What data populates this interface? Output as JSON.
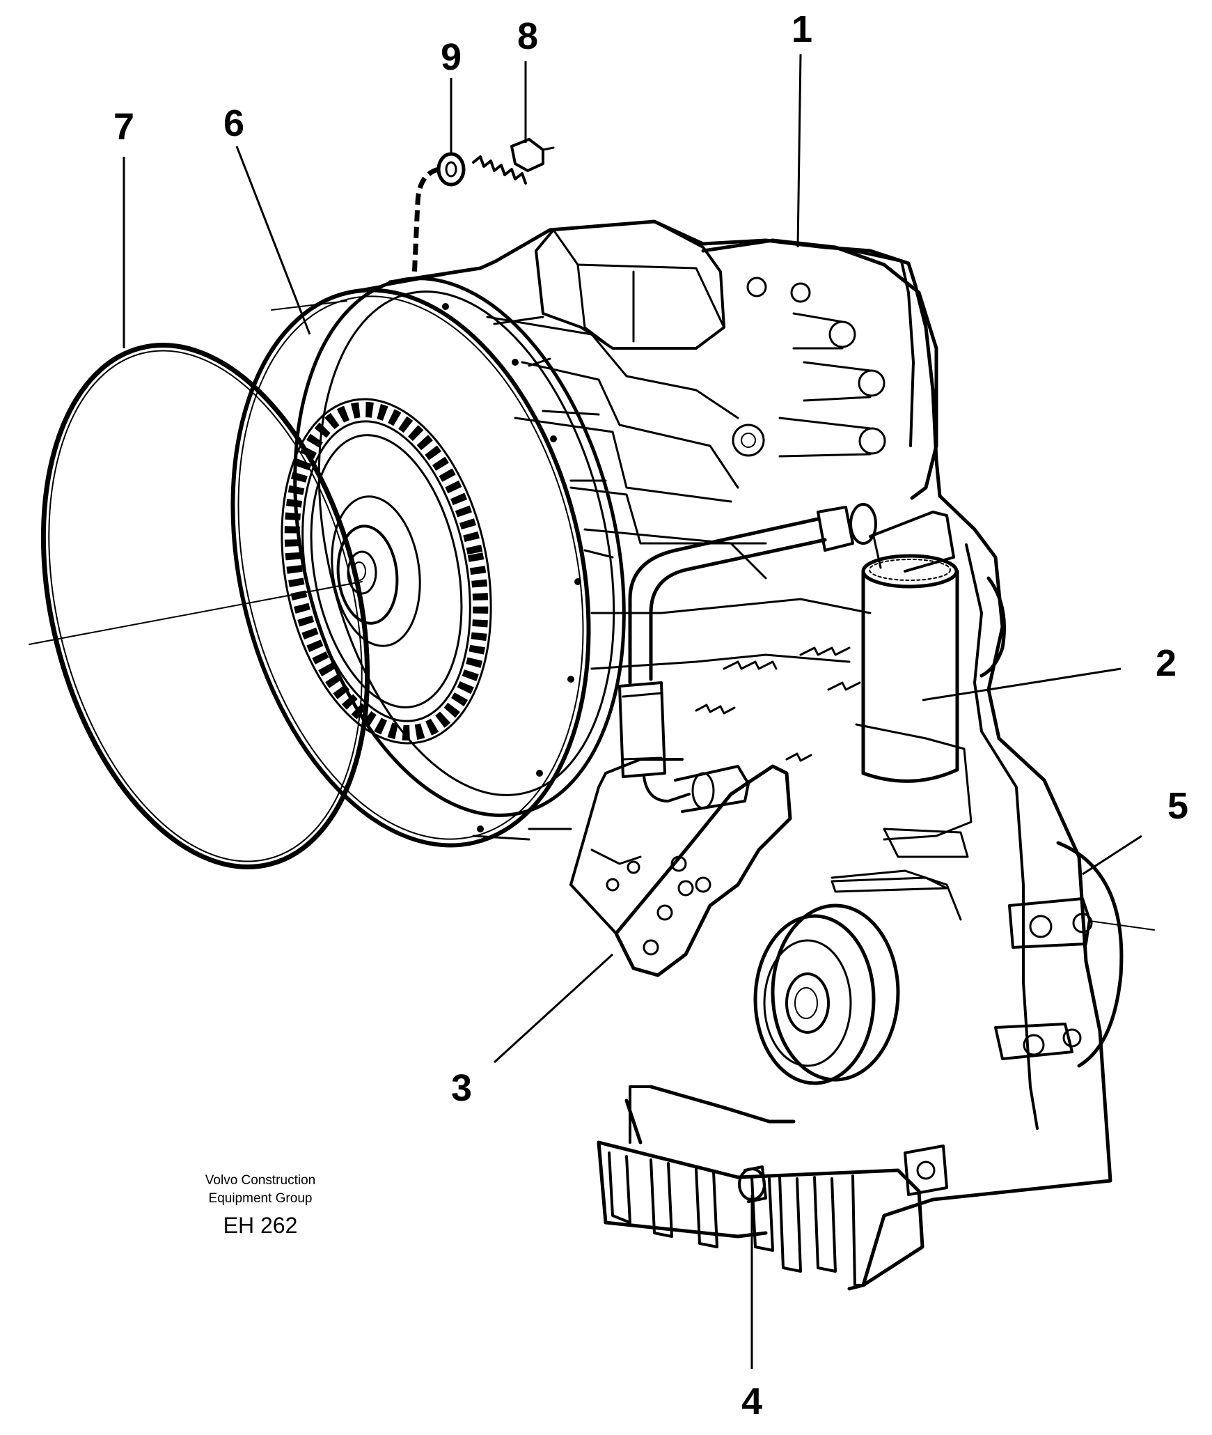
{
  "callouts": {
    "c1": "1",
    "c2": "2",
    "c3": "3",
    "c4": "4",
    "c5": "5",
    "c6": "6",
    "c7": "7",
    "c8": "8",
    "c9": "9"
  },
  "footer": {
    "line1": "Volvo Construction",
    "line2": "Equipment Group",
    "code": "EH 262"
  }
}
